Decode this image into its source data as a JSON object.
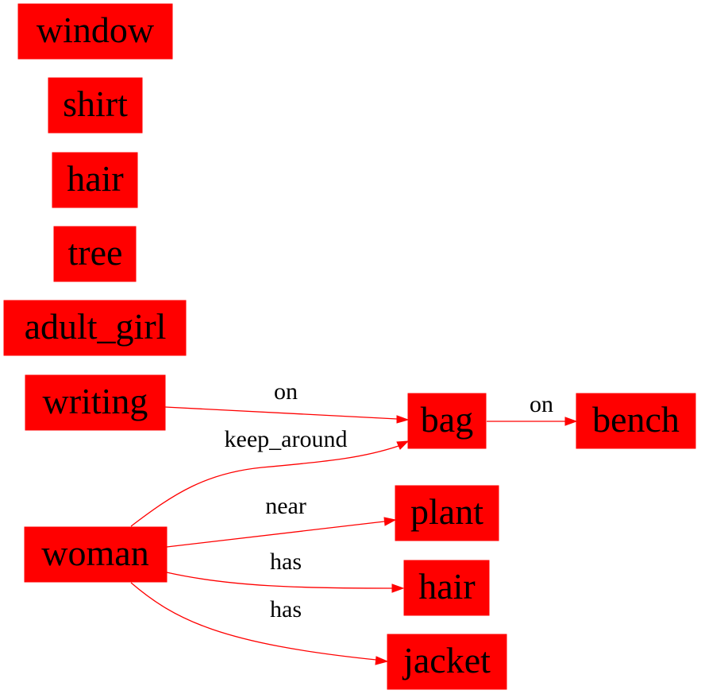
{
  "colors": {
    "node_fill": "#ff0000",
    "edge_stroke": "#ff0000",
    "text": "#000000",
    "background": "#ffffff"
  },
  "nodes": {
    "window": "window",
    "shirt": "shirt",
    "hair_a": "hair",
    "tree": "tree",
    "adult_girl": "adult_girl",
    "writing": "writing",
    "woman": "woman",
    "bag": "bag",
    "bench": "bench",
    "plant": "plant",
    "hair_b": "hair",
    "jacket": "jacket"
  },
  "edges": [
    {
      "from": "writing",
      "to": "bag",
      "label": "on"
    },
    {
      "from": "bag",
      "to": "bench",
      "label": "on"
    },
    {
      "from": "woman",
      "to": "bag",
      "label": "keep_around"
    },
    {
      "from": "woman",
      "to": "plant",
      "label": "near"
    },
    {
      "from": "woman",
      "to": "hair_b",
      "label": "has"
    },
    {
      "from": "woman",
      "to": "jacket",
      "label": "has"
    }
  ]
}
